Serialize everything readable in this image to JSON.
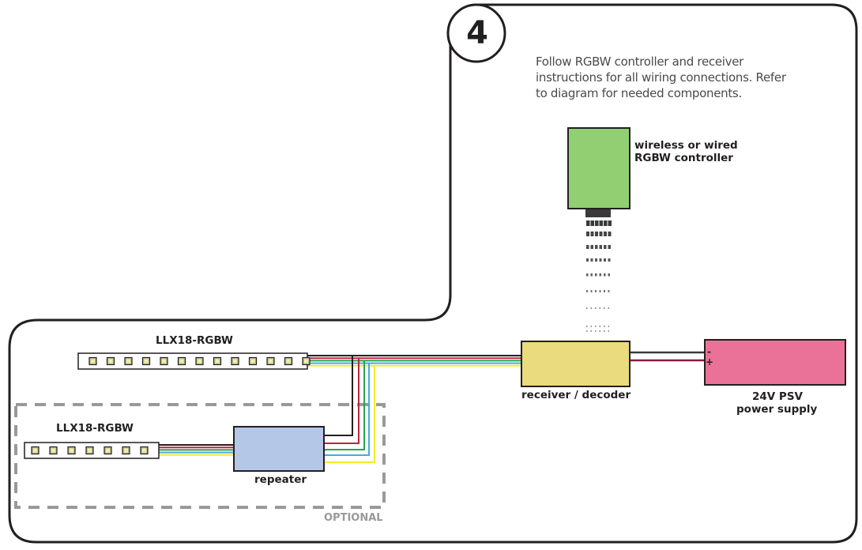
{
  "step": {
    "number": "4",
    "instructions": [
      "Follow RGBW controller and receiver",
      "instructions for all wiring connections. Refer",
      "to diagram for needed components."
    ]
  },
  "components": {
    "controller": {
      "label_line1": "wireless or wired",
      "label_line2": "RGBW controller",
      "color": "#92cf73"
    },
    "receiver": {
      "label": "receiver / decoder",
      "color": "#eadb7e"
    },
    "power_supply": {
      "label_line1": "24V PSV",
      "label_line2": "power supply",
      "color": "#ea7298",
      "terminal_negative": "-",
      "terminal_positive": "+"
    },
    "strip_main": {
      "label": "LLX18-RGBW",
      "led_count": 13
    },
    "strip_optional": {
      "label": "LLX18-RGBW",
      "led_count": 7
    },
    "repeater": {
      "label": "repeater",
      "color": "#b4c7e7"
    }
  },
  "optional_group": {
    "label": "OPTIONAL",
    "color": "#999999"
  },
  "wires": {
    "colors": [
      "#231f20",
      "#c0243c",
      "#2aa450",
      "#4ba9de",
      "#f5ea2b"
    ],
    "names": [
      "black",
      "red",
      "green",
      "blue",
      "yellow"
    ],
    "psu_negative_color": "#3a3a3a",
    "psu_positive_color": "#8a1a3a"
  },
  "outline_color": "#231f20"
}
